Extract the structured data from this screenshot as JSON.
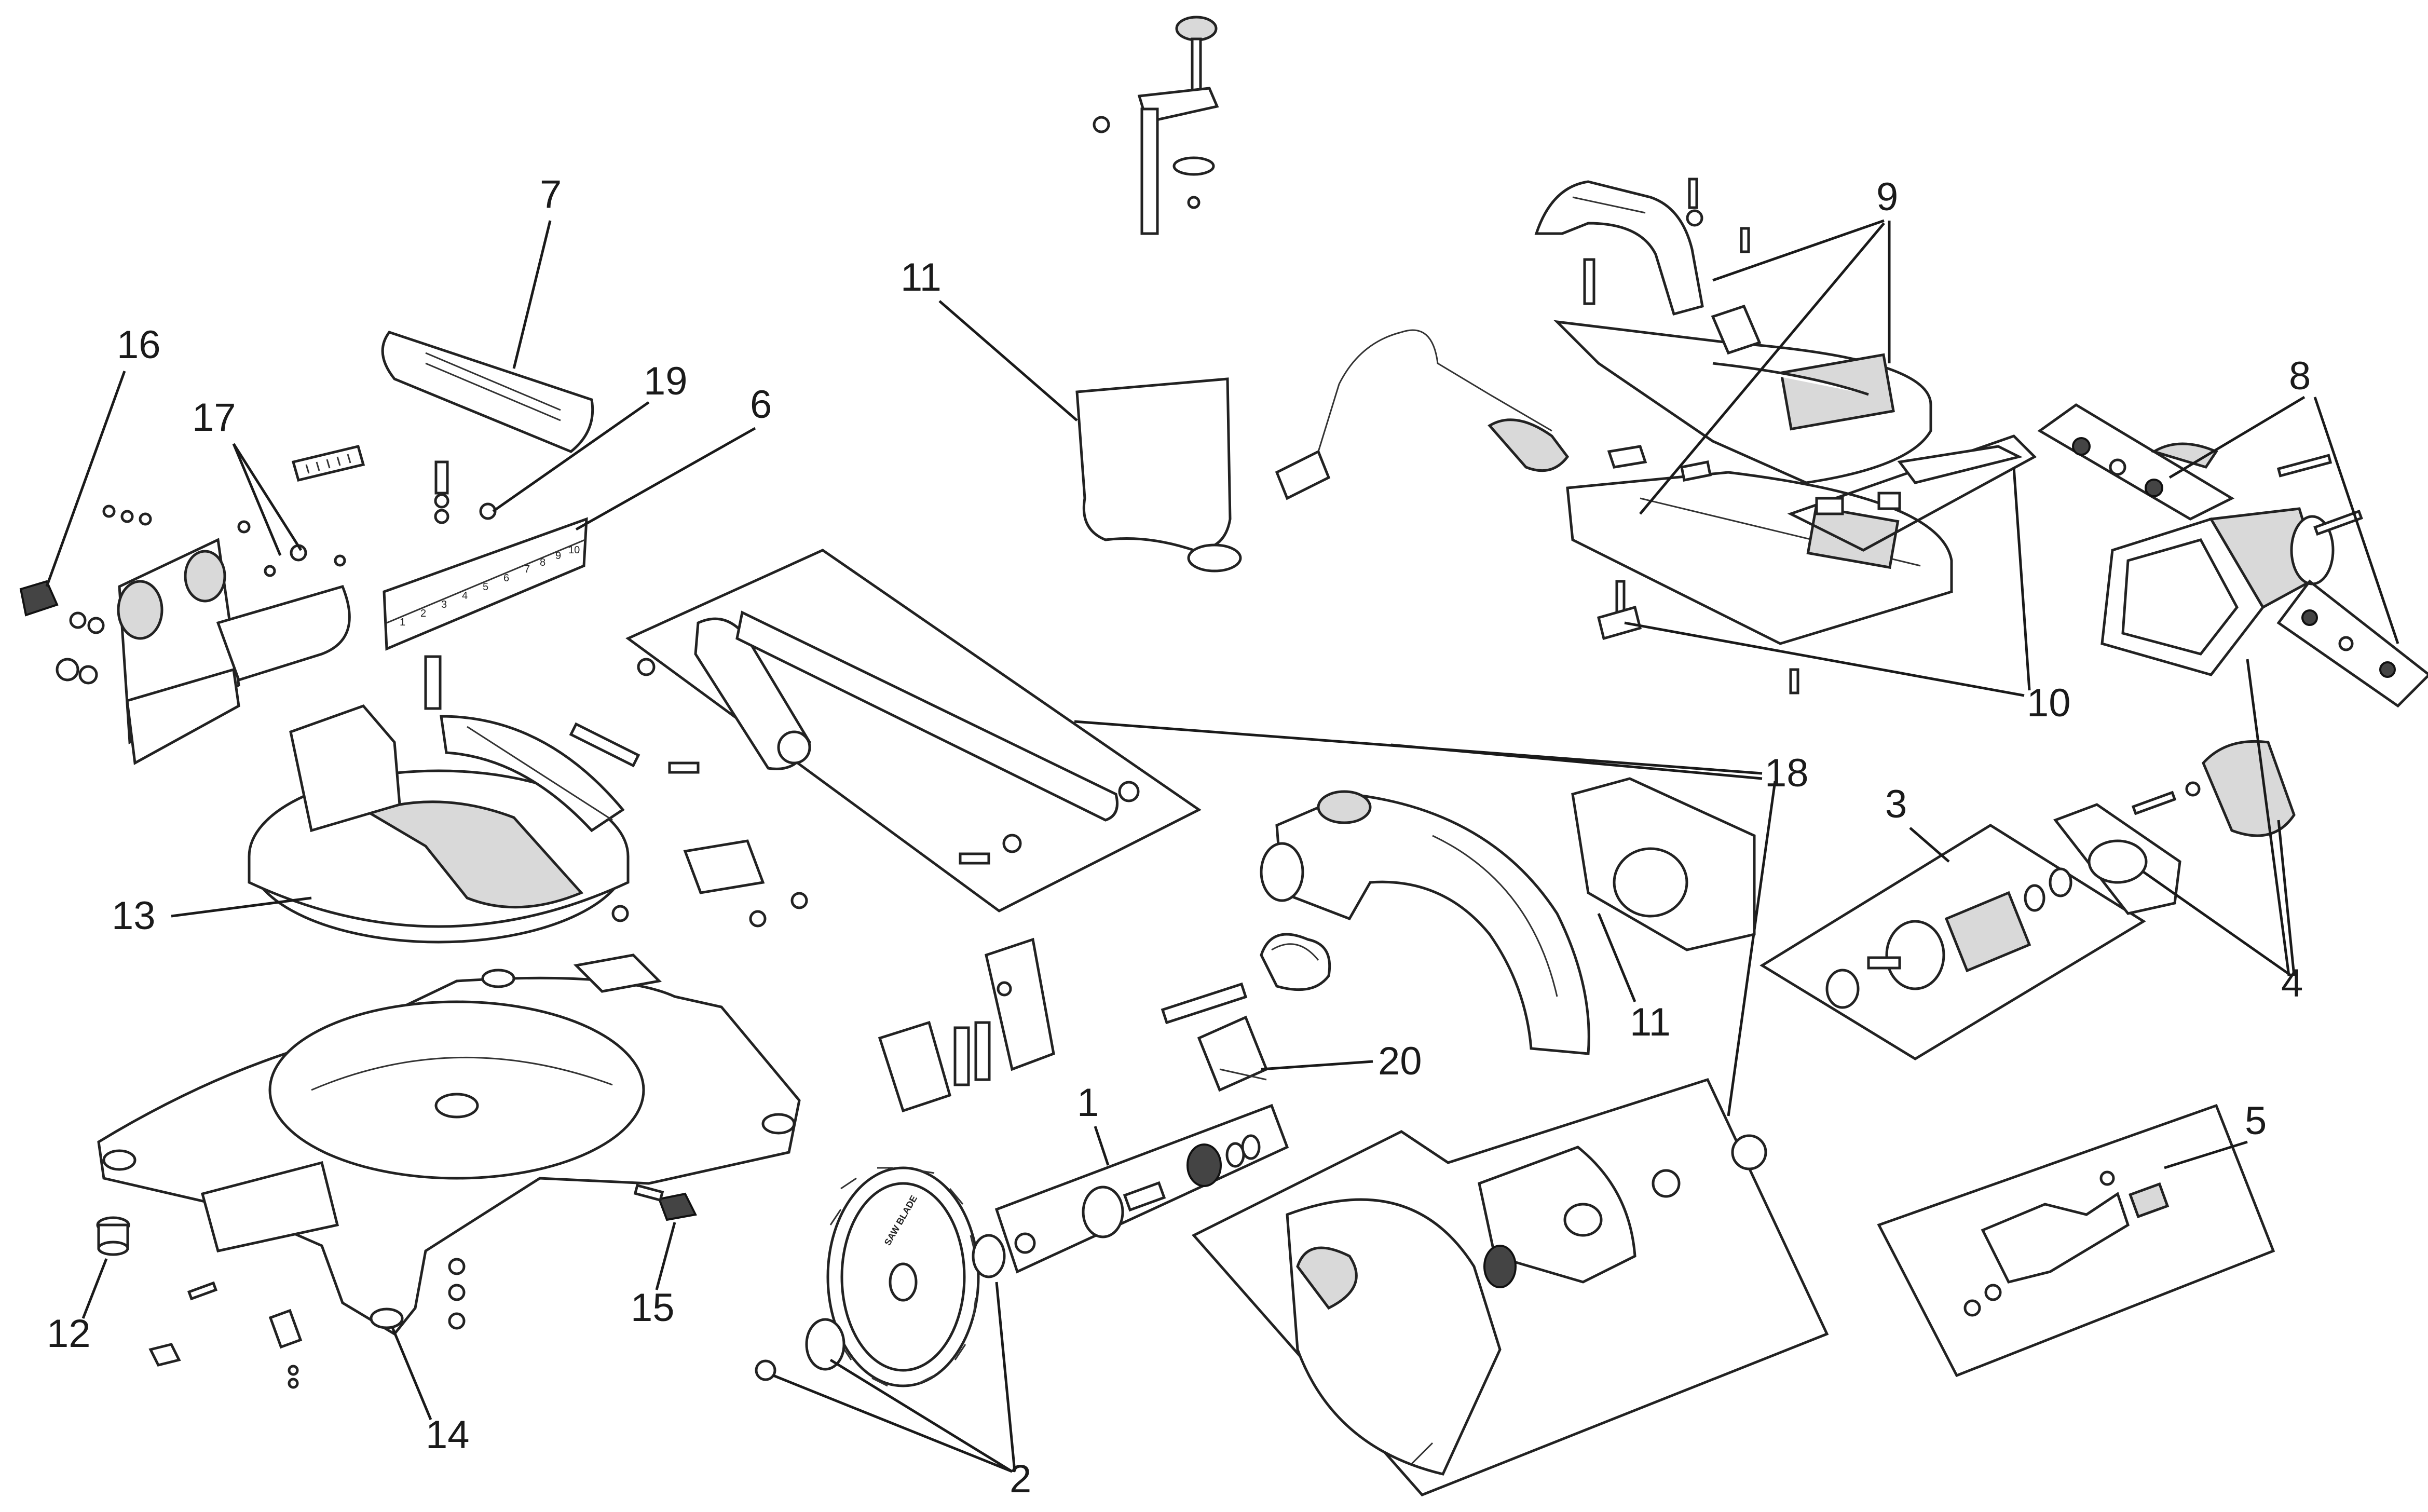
{
  "callouts": {
    "c1": "1",
    "c2": "2",
    "c3": "3",
    "c4": "4",
    "c5": "5",
    "c6": "6",
    "c7": "7",
    "c8": "8",
    "c9": "9",
    "c10": "10",
    "c11a": "11",
    "c11b": "11",
    "c12": "12",
    "c13": "13",
    "c14": "14",
    "c15": "15",
    "c16": "16",
    "c17": "17",
    "c18": "18",
    "c19": "19",
    "c20": "20"
  },
  "fence_scale_marks": [
    "1",
    "2",
    "3",
    "4",
    "5",
    "6",
    "7",
    "8",
    "9",
    "10"
  ],
  "blade_marking": "SAW BLADE"
}
